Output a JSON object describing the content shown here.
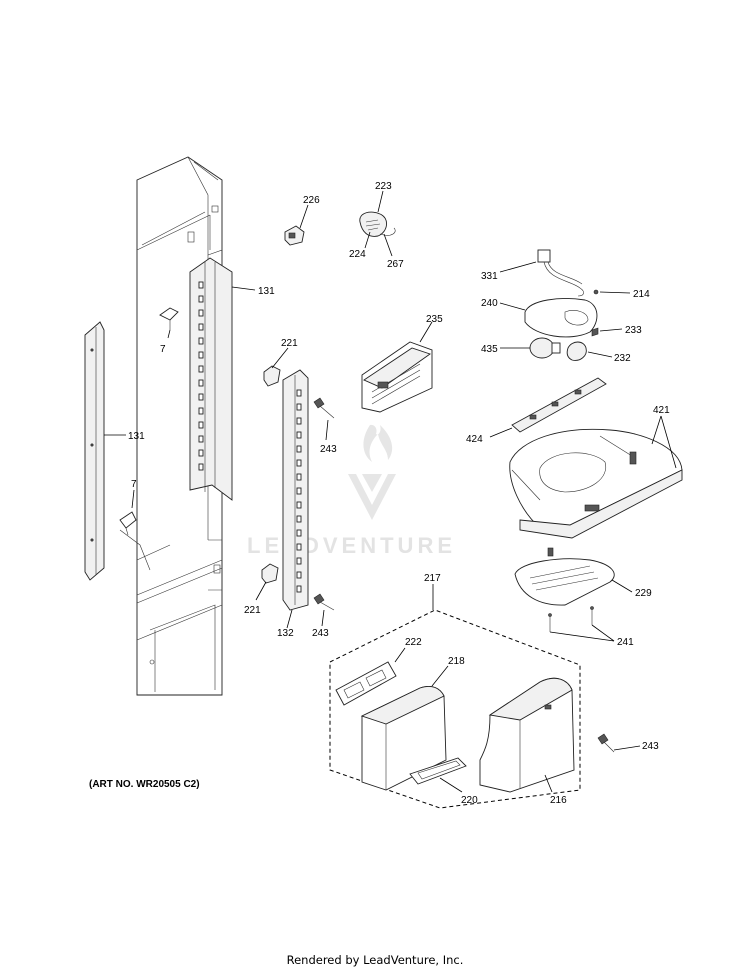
{
  "diagram": {
    "callouts": {
      "c131a": "131",
      "c131b": "131",
      "c7a": "7",
      "c7b": "7",
      "c226": "226",
      "c223": "223",
      "c224": "224",
      "c267": "267",
      "c221a": "221",
      "c221b": "221",
      "c243a": "243",
      "c243b": "243",
      "c243c": "243",
      "c132": "132",
      "c235": "235",
      "c331": "331",
      "c214": "214",
      "c240": "240",
      "c233": "233",
      "c435": "435",
      "c232": "232",
      "c424": "424",
      "c421": "421",
      "c229": "229",
      "c241": "241",
      "c217": "217",
      "c222": "222",
      "c218": "218",
      "c220": "220",
      "c216": "216"
    },
    "watermark": "LEADVENTURE",
    "art_number": "(ART NO. WR20505 C2)"
  },
  "footer": {
    "rendered_by": "Rendered by LeadVenture, Inc."
  }
}
